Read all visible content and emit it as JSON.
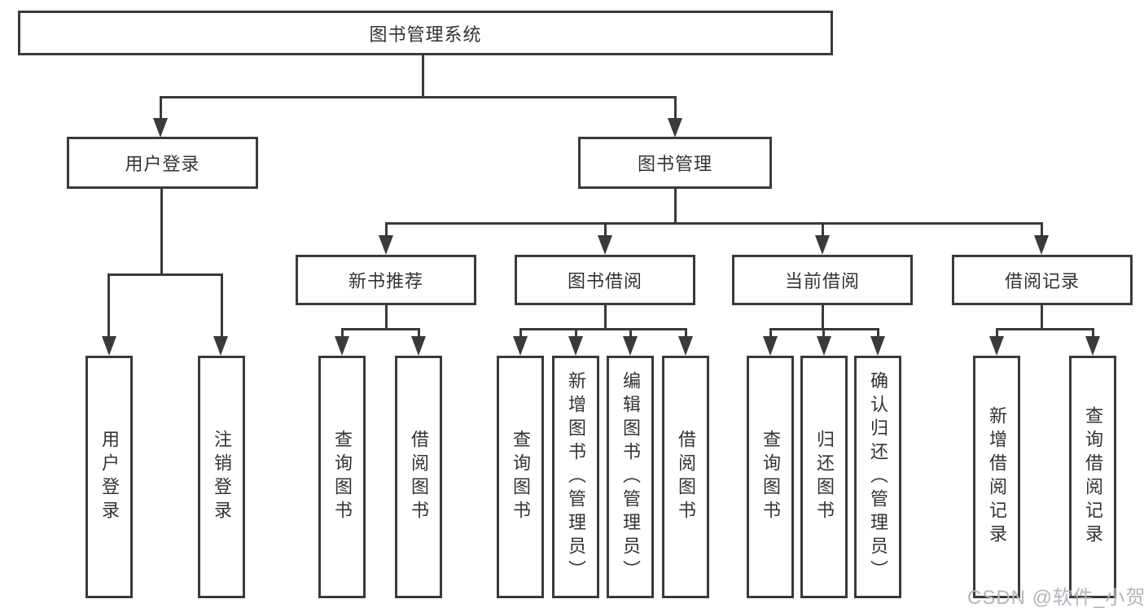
{
  "tree": {
    "root": {
      "label": "图书管理系统"
    },
    "children": [
      {
        "label": "用户登录",
        "children": [
          {
            "label": "用户登录"
          },
          {
            "label": "注销登录"
          }
        ]
      },
      {
        "label": "图书管理",
        "children": [
          {
            "label": "新书推荐",
            "children": [
              {
                "label": "查询图书"
              },
              {
                "label": "借阅图书"
              }
            ]
          },
          {
            "label": "图书借阅",
            "children": [
              {
                "label": "查询图书"
              },
              {
                "label": "新增图书（管理员）"
              },
              {
                "label": "编辑图书（管理员）"
              },
              {
                "label": "借阅图书"
              }
            ]
          },
          {
            "label": "当前借阅",
            "children": [
              {
                "label": "查询图书"
              },
              {
                "label": "归还图书"
              },
              {
                "label": "确认归还（管理员）"
              }
            ]
          },
          {
            "label": "借阅记录",
            "children": [
              {
                "label": "新增借阅记录"
              },
              {
                "label": "查询借阅记录"
              }
            ]
          }
        ]
      }
    ]
  },
  "watermark": {
    "text": "CSDN @软件_小贺同学"
  },
  "colors": {
    "line": "#3a3a3a",
    "box_border": "#3a3a3a",
    "text": "#333333",
    "watermark": "#b6b4bc",
    "background": "#ffffff"
  }
}
